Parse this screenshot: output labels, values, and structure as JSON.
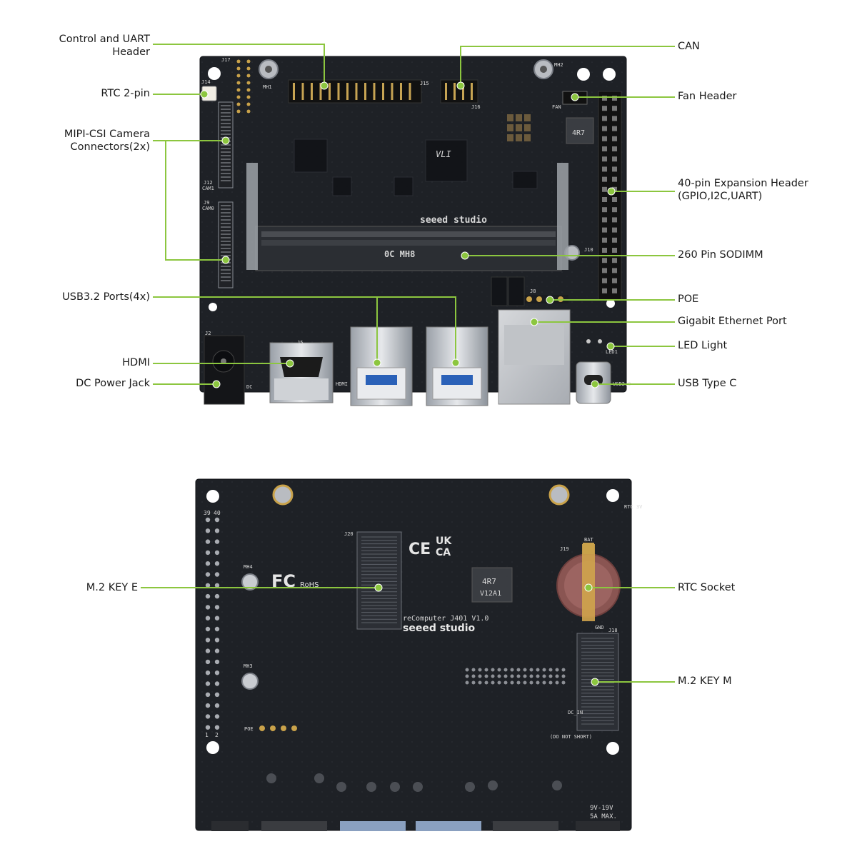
{
  "colors": {
    "pcb": "#1e2126",
    "pcb_dark": "#15171b",
    "callout_line": "#8cc63f",
    "callout_dot": "#8cc63f",
    "silver": "#c9ccd1",
    "gold": "#c9a24a",
    "silkscreen": "#d8d8d8"
  },
  "top_board": {
    "callouts_left": [
      {
        "id": "control-uart",
        "text": "Control and UART\nHeader"
      },
      {
        "id": "rtc-2pin",
        "text": "RTC 2-pin"
      },
      {
        "id": "mipi-csi",
        "text": "MIPI-CSI Camera\nConnectors(2x)"
      },
      {
        "id": "usb32",
        "text": "USB3.2 Ports(4x)"
      },
      {
        "id": "hdmi",
        "text": "HDMI"
      },
      {
        "id": "dc-jack",
        "text": "DC Power Jack"
      }
    ],
    "callouts_right": [
      {
        "id": "can",
        "text": "CAN"
      },
      {
        "id": "fan",
        "text": "Fan Header"
      },
      {
        "id": "gpio40",
        "text": "40-pin Expansion Header\n(GPIO,I2C,UART)"
      },
      {
        "id": "sodimm",
        "text": "260 Pin SODIMM"
      },
      {
        "id": "poe",
        "text": "POE"
      },
      {
        "id": "ethernet",
        "text": "Gigabit Ethernet Port"
      },
      {
        "id": "led",
        "text": "LED Light"
      },
      {
        "id": "usbc",
        "text": "USB Type C"
      }
    ],
    "silkscreen": {
      "brand": "seeed studio",
      "sodimm_mark": "0C MH8",
      "j15": "J15",
      "j16": "J16",
      "j17": "J17",
      "j14": "J14",
      "j12": "J12",
      "cam1": "CAM1",
      "j9": "J9",
      "cam0": "CAM0",
      "j10": "J10",
      "j8": "J8",
      "j5": "J5",
      "j2": "J2",
      "mh1": "MH1",
      "mh2": "MH2",
      "fan": "FAN",
      "l4": "4R7",
      "dc": "DC",
      "hdmi": "HDMI",
      "usb20": "USB2.0",
      "led1": "LED1"
    }
  },
  "bottom_board": {
    "callouts_left": [
      {
        "id": "m2e",
        "text": "M.2 KEY E"
      }
    ],
    "callouts_right": [
      {
        "id": "rtc-socket",
        "text": "RTC Socket"
      },
      {
        "id": "m2m",
        "text": "M.2 KEY M"
      }
    ],
    "silkscreen": {
      "model": "reComputer J401 V1.0",
      "brand": "seeed studio",
      "voltage": "9V-19V",
      "current": "5A MAX.",
      "donotshort": "(DO NOT SHORT)",
      "j19": "J19",
      "bat": "BAT",
      "j18": "J18",
      "j20": "J20",
      "mh3": "MH3",
      "mh4": "MH4",
      "poe": "POE",
      "l3": "4R7",
      "l3b": "V12A1",
      "fc": "FC",
      "rohs": "RoHS",
      "ce": "CE",
      "ukca_1": "UK",
      "ukca_2": "CA",
      "rtc3v": "RTC 3V",
      "gnd": "GND",
      "dcin": "DC_IN",
      "p39": "39",
      "p40": "40",
      "p1": "1",
      "p2": "2"
    }
  }
}
